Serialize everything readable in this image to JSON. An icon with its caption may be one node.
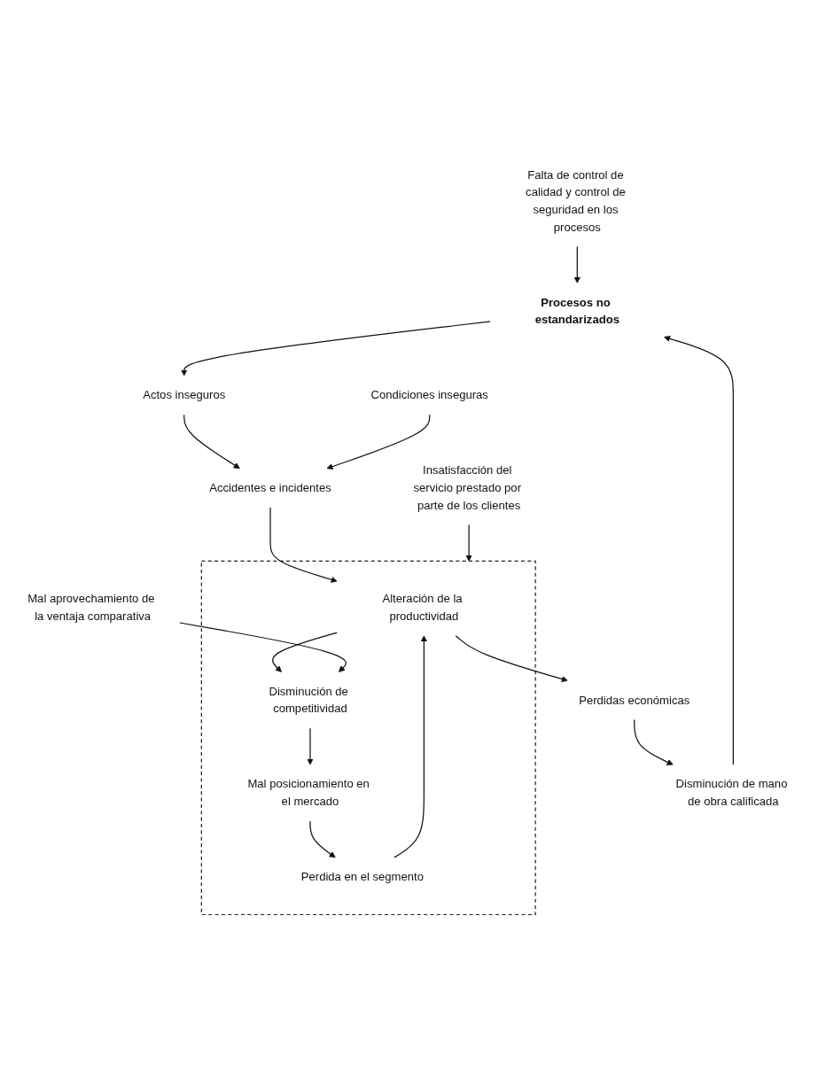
{
  "diagram": {
    "nodes": [
      {
        "text": [
          "Falta de control de calidad y control de seguridad en los procesos"
        ]
      },
      {
        "text": [
          "Procesos no estandarizados"
        ]
      },
      {
        "text": [
          "Condiciones inseguras"
        ]
      },
      {
        "text": [
          "Disminución de mano de obra calificada"
        ]
      },
      {
        "text": [
          "Actos inseguros"
        ]
      },
      {
        "text": [
          "Perdidas económicas"
        ]
      },
      {
        "text": [
          "Accidentes e incidentes"
        ]
      },
      {
        "text": [],
        "shape": "box"
      },
      {
        "text": [
          "Alteración de la productividad"
        ],
        "in": 7
      },
      {
        "text": [
          "Perdida en el segmento"
        ],
        "in": 7
      },
      {
        "text": [
          "Disminución de competitividad"
        ],
        "in": 7
      },
      {
        "text": [
          "Mal posicionamiento en el mercado"
        ],
        "in": 7
      },
      {
        "text": [
          "Insatisfacción del servicio prestado por parte de los clientes"
        ]
      },
      {
        "text": [
          "Mal aprovechamiento de la ventaja comparativa"
        ]
      }
    ],
    "edges": [
      {
        "from": 0,
        "to": 1,
        "arrow": "to"
      },
      {
        "from": 3,
        "to": 1,
        "arrow": "to"
      },
      {
        "from": 1,
        "to": 4,
        "arrow": "to"
      },
      {
        "from": 4,
        "to": 6,
        "arrow": "to"
      },
      {
        "from": 2,
        "to": 6,
        "arrow": "to"
      },
      {
        "from": 6,
        "to": 8,
        "arrow": "to"
      },
      {
        "from": 8,
        "to": 5,
        "arrow": "to"
      },
      {
        "from": 9,
        "to": 8,
        "arrow": "to"
      },
      {
        "from": 8,
        "to": 10,
        "arrow": "to"
      },
      {
        "from": 10,
        "to": 11,
        "arrow": "to"
      },
      {
        "from": 11,
        "to": 9,
        "arrow": "to"
      },
      {
        "from": 5,
        "to": 3,
        "arrow": "to"
      },
      {
        "from": 12,
        "to": 7,
        "arrow": "to"
      },
      {
        "from": 13,
        "to": 10,
        "arrow": "to"
      }
    ]
  }
}
